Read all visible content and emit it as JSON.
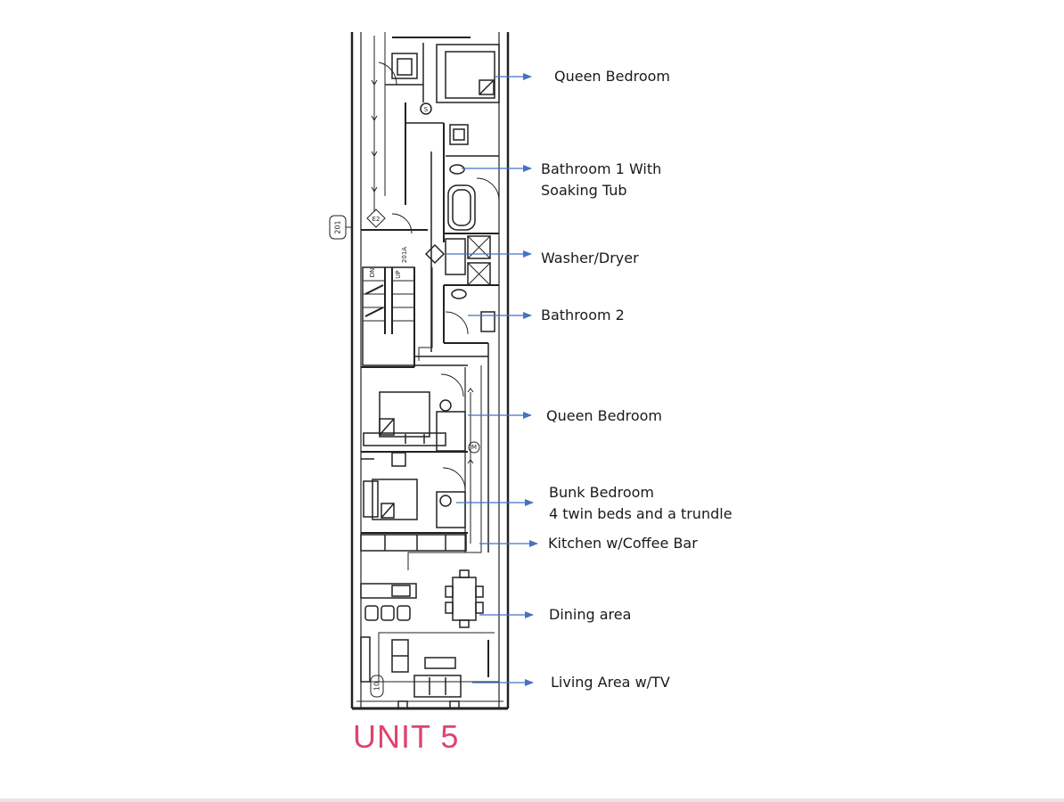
{
  "title": "UNIT 5",
  "colors": {
    "arrow": "#4472c4",
    "title": "#e0436c",
    "walls": "#222222"
  },
  "plan_tags": {
    "tag_201": "201",
    "tag_201a": "201A",
    "tag_10": "10",
    "tag_dn": "DN",
    "tag_up": "UP",
    "tag_s": "S",
    "tag_m": "M",
    "tag_e": "E2"
  },
  "rooms": [
    {
      "id": "queen-bedroom-1",
      "lines": [
        "Queen Bedroom"
      ]
    },
    {
      "id": "bathroom-1",
      "lines": [
        "Bathroom 1 With",
        "Soaking Tub"
      ]
    },
    {
      "id": "washer-dryer",
      "lines": [
        "Washer/Dryer"
      ]
    },
    {
      "id": "bathroom-2",
      "lines": [
        "Bathroom 2"
      ]
    },
    {
      "id": "queen-bedroom-2",
      "lines": [
        "Queen Bedroom"
      ]
    },
    {
      "id": "bunk-bedroom",
      "lines": [
        "Bunk Bedroom",
        "4 twin beds and a trundle"
      ]
    },
    {
      "id": "kitchen",
      "lines": [
        "Kitchen w/Coffee Bar"
      ]
    },
    {
      "id": "dining",
      "lines": [
        "Dining area"
      ]
    },
    {
      "id": "living",
      "lines": [
        "Living Area w/TV"
      ]
    }
  ]
}
